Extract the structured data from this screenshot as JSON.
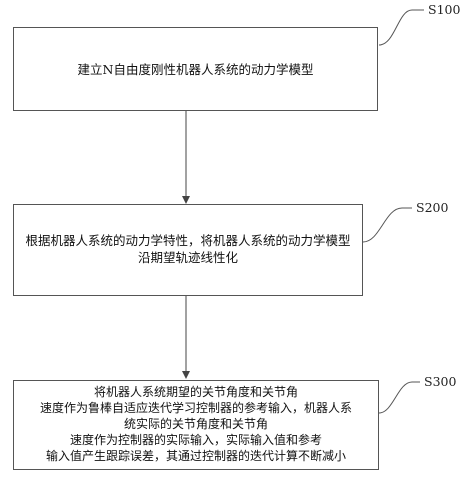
{
  "steps": [
    {
      "label": "S100",
      "lines": [
        "建立N自由度刚性机器人系统的动力学模型"
      ]
    },
    {
      "label": "S200",
      "lines": [
        "根据机器人系统的动力学特性，将机器人系统的动力学模型",
        "沿期望轨迹线性化"
      ]
    },
    {
      "label": "S300",
      "lines": [
        "将机器人系统期望的关节角度和关节角",
        "速度作为鲁棒自适应迭代学习控制器的参考输入，机器人系",
        "统实际的关节角度和关节角",
        "速度作为控制器的实际输入，实际输入值和参考",
        "输入值产生跟踪误差，其通过控制器的迭代计算不断减小"
      ]
    }
  ]
}
